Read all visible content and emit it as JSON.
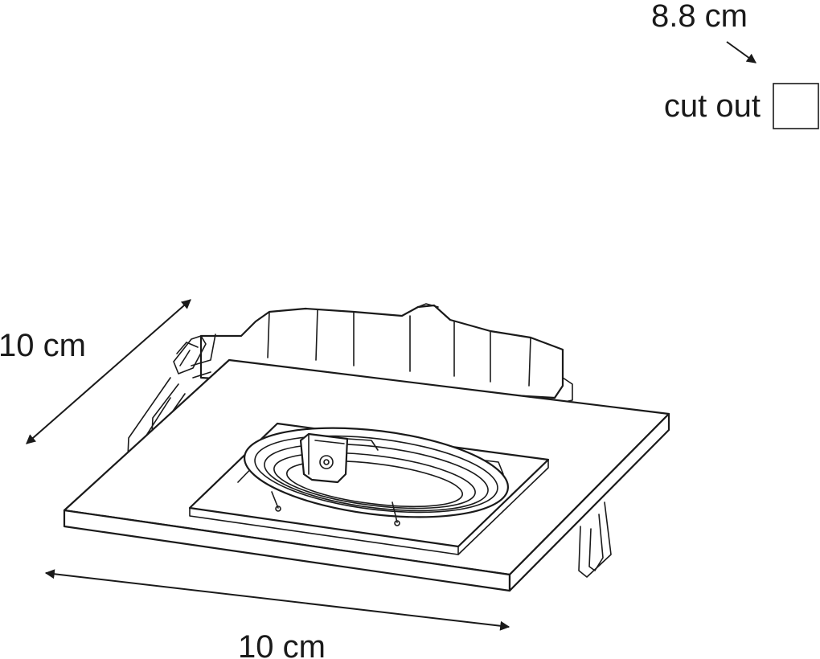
{
  "labels": {
    "cutout_size": "8.8 cm",
    "cutout_text": "cut out",
    "depth": "10 cm",
    "width": "10 cm"
  },
  "colors": {
    "line": "#1a1a1a",
    "background": "#ffffff"
  }
}
